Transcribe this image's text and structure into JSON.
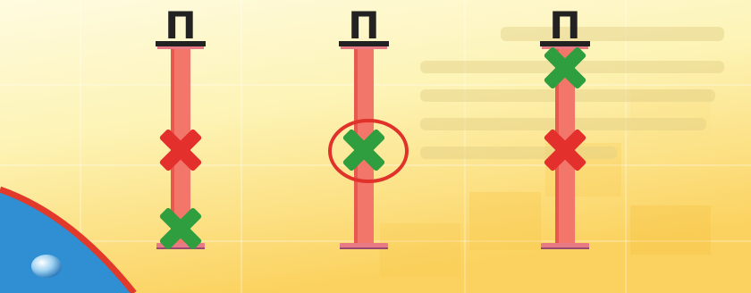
{
  "colors": {
    "background_top": "#fdf6c8",
    "background_bottom": "#fbd565",
    "bar": "#f2766a",
    "bar_edge": "#e0463c",
    "cap": "#e87a86",
    "pi": "#222222",
    "mark_red": "#e3302c",
    "mark_green": "#2e9e3f",
    "highlight_ring": "#e0322a",
    "corner_arc": "#e23a2a",
    "corner_fill": "#2f8fd2"
  },
  "diagram": {
    "top_symbol": "П",
    "columns": [
      {
        "id": "left",
        "marks": [
          {
            "color": "red",
            "position": "middle"
          },
          {
            "color": "green",
            "position": "bottom"
          }
        ],
        "circled": false
      },
      {
        "id": "center",
        "marks": [
          {
            "color": "green",
            "position": "middle"
          }
        ],
        "circled": true
      },
      {
        "id": "right",
        "marks": [
          {
            "color": "green",
            "position": "top"
          },
          {
            "color": "red",
            "position": "middle"
          }
        ],
        "circled": false
      }
    ]
  }
}
